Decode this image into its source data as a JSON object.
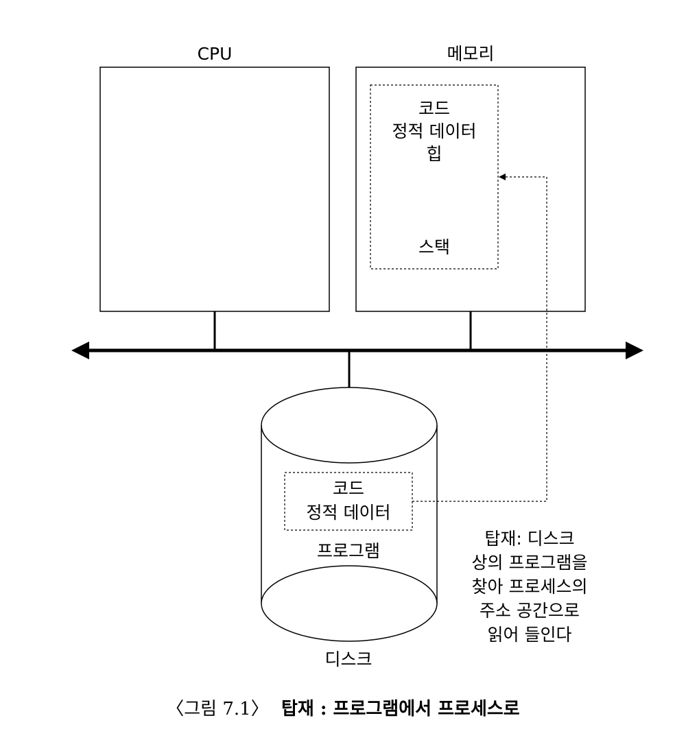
{
  "cpu": {
    "label": "CPU"
  },
  "memory": {
    "label": "메모리",
    "segments": [
      "코드",
      "정적 데이터",
      "힙"
    ],
    "stack": "스택"
  },
  "disk": {
    "label": "디스크",
    "program_segments": [
      "코드",
      "정적 데이터"
    ],
    "program_label": "프로그램"
  },
  "annotation": {
    "lines": [
      "탑재: 디스크",
      "상의 프로그램을",
      "찾아 프로세스의",
      "주소 공간으로",
      "읽어 들인다"
    ]
  },
  "caption": {
    "figure": "〈그림 7.1〉",
    "title": "탑재 : 프로그램에서 프로세스로"
  }
}
